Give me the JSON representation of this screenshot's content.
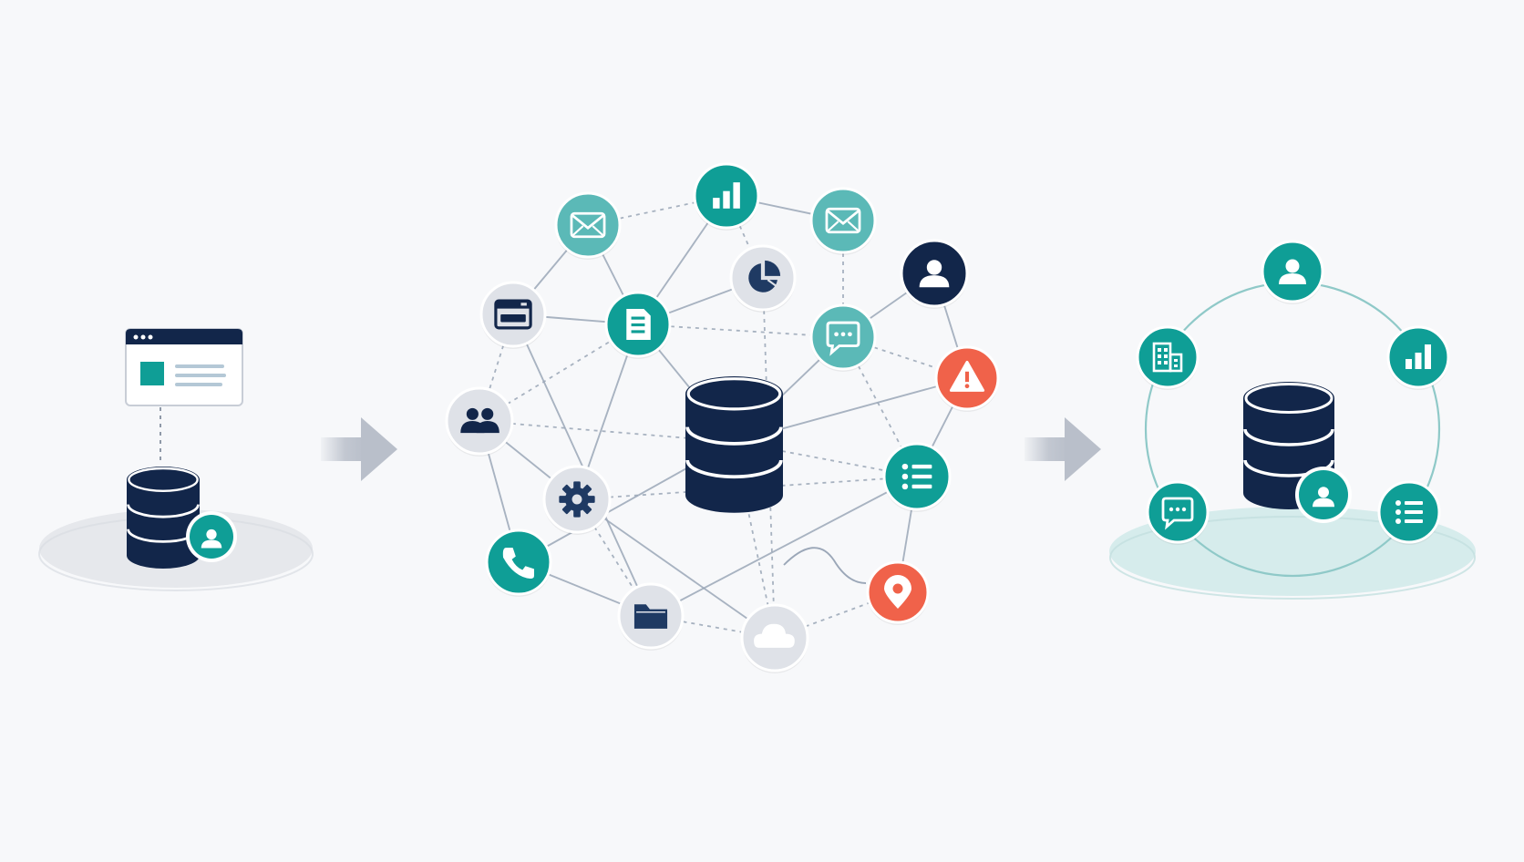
{
  "palette": {
    "background": "#f7f8fa",
    "navy": "#12264a",
    "teal": "#0f9e96",
    "teal_light": "#5bb9b7",
    "gray_node": "#dfe2e8",
    "coral": "#f0624a",
    "arrow": "#b9bfca",
    "connector": "#aab3c2",
    "platform_gray": "#e6e8ec",
    "platform_teal": "#d6ecec",
    "ring": "#8fc9c8"
  },
  "stages": [
    {
      "name": "single-source",
      "elements": [
        "browser-window-icon",
        "database-icon",
        "user-icon"
      ]
    },
    {
      "name": "fragmented-data",
      "center": "database-icon",
      "nodes": [
        {
          "icon": "mail-icon",
          "color": "teal_light"
        },
        {
          "icon": "bar-chart-icon",
          "color": "teal"
        },
        {
          "icon": "mail-icon",
          "color": "teal_light"
        },
        {
          "icon": "pie-chart-icon",
          "color": "gray_node"
        },
        {
          "icon": "user-icon",
          "color": "navy"
        },
        {
          "icon": "browser-window-icon",
          "color": "gray_node"
        },
        {
          "icon": "document-icon",
          "color": "teal"
        },
        {
          "icon": "chat-icon",
          "color": "teal_light"
        },
        {
          "icon": "warning-icon",
          "color": "coral"
        },
        {
          "icon": "users-icon",
          "color": "gray_node"
        },
        {
          "icon": "list-icon",
          "color": "teal"
        },
        {
          "icon": "gear-icon",
          "color": "gray_node"
        },
        {
          "icon": "phone-icon",
          "color": "teal"
        },
        {
          "icon": "location-pin-icon",
          "color": "coral"
        },
        {
          "icon": "folder-icon",
          "color": "gray_node"
        },
        {
          "icon": "cloud-icon",
          "color": "gray_node"
        }
      ]
    },
    {
      "name": "unified-data",
      "center": "database-icon",
      "badge": "user-icon",
      "nodes": [
        {
          "icon": "user-icon",
          "color": "teal"
        },
        {
          "icon": "building-icon",
          "color": "teal"
        },
        {
          "icon": "bar-chart-icon",
          "color": "teal"
        },
        {
          "icon": "chat-icon",
          "color": "teal"
        },
        {
          "icon": "list-icon",
          "color": "teal"
        }
      ]
    }
  ]
}
